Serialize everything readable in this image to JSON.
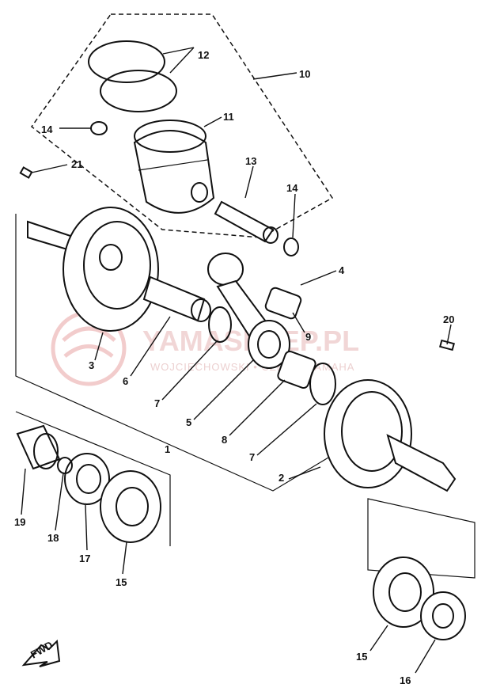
{
  "watermark": {
    "brand": "YAMASKLEP.PL",
    "subtitle": "WOJCIECHOWSKI • CZĘŚCI YAMAHA"
  },
  "callouts": [
    {
      "id": "c1",
      "text": "1"
    },
    {
      "id": "c2",
      "text": "2"
    },
    {
      "id": "c3",
      "text": "3"
    },
    {
      "id": "c4",
      "text": "4"
    },
    {
      "id": "c5",
      "text": "5"
    },
    {
      "id": "c6",
      "text": "6"
    },
    {
      "id": "c7a",
      "text": "7"
    },
    {
      "id": "c7b",
      "text": "7"
    },
    {
      "id": "c8",
      "text": "8"
    },
    {
      "id": "c9",
      "text": "9"
    },
    {
      "id": "c10",
      "text": "10"
    },
    {
      "id": "c11",
      "text": "11"
    },
    {
      "id": "c12",
      "text": "12"
    },
    {
      "id": "c13",
      "text": "13"
    },
    {
      "id": "c14a",
      "text": "14"
    },
    {
      "id": "c14b",
      "text": "14"
    },
    {
      "id": "c15a",
      "text": "15"
    },
    {
      "id": "c15b",
      "text": "15"
    },
    {
      "id": "c16",
      "text": "16"
    },
    {
      "id": "c17",
      "text": "17"
    },
    {
      "id": "c18",
      "text": "18"
    },
    {
      "id": "c19",
      "text": "19"
    },
    {
      "id": "c20",
      "text": "20"
    },
    {
      "id": "c21",
      "text": "21"
    }
  ],
  "front_marker": "FWD"
}
